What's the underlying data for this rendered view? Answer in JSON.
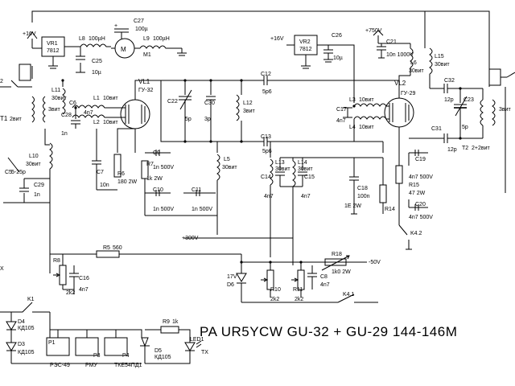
{
  "title": "PA  UR5YCW   GU-32 + GU-29   144-146M",
  "supplies": {
    "v16_left": "+16V",
    "v16_right": "+16V",
    "v750": "+750V",
    "v300": "+300V",
    "vneg50": "-50V"
  },
  "labels": {
    "vr1": "VR1",
    "vr1_num": "7812",
    "vr2": "VR2",
    "vr2_num": "7812",
    "c27": "C27",
    "c27_val": "100µ",
    "c26": "C26",
    "c26_val": "10µ",
    "c25": "C25",
    "c25_val": "10µ",
    "l8": "L8",
    "l8_val": "100µH",
    "l9": "L9",
    "l9_val": "100µH",
    "m1": "M1",
    "motor": "M",
    "c21": "C21",
    "c21_val": "10n 1000V",
    "l6": "L6",
    "l6_val": "30вит",
    "l15": "L15",
    "l15_val": "30вит",
    "vl1": "VL1",
    "vl1_type": "ГУ-32",
    "vl2": "VL2",
    "vl2_type": "ГУ-29",
    "t1": "T1",
    "t1_val": "2вит",
    "t2": "T2",
    "t2_val": "2+2вит",
    "l11": "L11",
    "l11_val": "30вит",
    "l1": "L1",
    "l1_val": "10вит",
    "l2": "L2",
    "l2_val": "10вит",
    "c6": "C6",
    "c6_val": "4n7",
    "c28": "C28",
    "c28_val": "1n",
    "c12": "C12",
    "c12_val": "5p6",
    "c13": "C13",
    "c13_val": "5p6",
    "c22": "C22",
    "c22_val": "5p",
    "c30": "C30",
    "c30_val": "3p",
    "l12": "L12",
    "l12_val": "3вит",
    "l3": "L3",
    "l3_val": "10вит",
    "l4": "L4",
    "l4_val": "10вит",
    "c17": "C17",
    "c17_val": "4n7",
    "c32": "C32",
    "c32_val": "12p",
    "c31": "C31",
    "c31_val": "12p",
    "c23": "C23",
    "c23_val": "5p",
    "l10": "L10",
    "l10_val": "30вит",
    "c5": "C5",
    "c5_val": "5-25p",
    "c29": "C29",
    "c29_val": "1n",
    "c7": "C7",
    "c7_val": "10n",
    "r6": "R6",
    "r6_val": "180 2W",
    "c9": "C9",
    "c9_val": "1n 500V",
    "r7": "R7",
    "r7_val": "1k 2W",
    "c10": "C10",
    "c10_val": "1n 500V",
    "c11": "C11",
    "c11_val": "1n 500V",
    "l5": "L5",
    "l5_val": "30вит",
    "l13": "L13",
    "l13_val": "30вит",
    "l14": "L14",
    "l14_val": "30вит",
    "c14": "C14",
    "c14_val": "4n7",
    "c15": "C15",
    "c15_val": "4n7",
    "c18": "C18",
    "c18_val": "100n",
    "c18_b": "1E 2W",
    "r14": "R14",
    "r15": "R15",
    "r15_val": "47 2W",
    "c19": "C19",
    "c19_val": "4n7 500V",
    "c20": "C20",
    "c20_val": "4n7 500V",
    "k42": "K4.2",
    "r5": "R5",
    "r5_val": "560",
    "r8": "R8",
    "r8_val": "2k2",
    "c16": "C16",
    "c16_val": "4n7",
    "r18": "R18",
    "r18_val": "1k0 2W",
    "d6": "D6",
    "d6_val": "17V",
    "r10": "R10",
    "r10_val": "2k2",
    "r11": "R11",
    "r11_val": "2k2",
    "c8": "C8",
    "c8_val": "4n7",
    "k41": "K4.1",
    "k1": "K1",
    "d4": "D4",
    "d4_val": "КД105",
    "d3": "D3",
    "d3_val": "КД105",
    "d5": "D5",
    "d5_val": "КД105",
    "p1": "P1",
    "p1_val": "РЭС-49",
    "p3": "P3",
    "p3_val": "РМУ",
    "p4": "P4",
    "p4_val": "ТКЕ54ПД1",
    "r9": "R9",
    "r9_val": "1k",
    "led1": "LED1",
    "tx": "TX",
    "edge_x": "X",
    "edge_2": "2"
  }
}
